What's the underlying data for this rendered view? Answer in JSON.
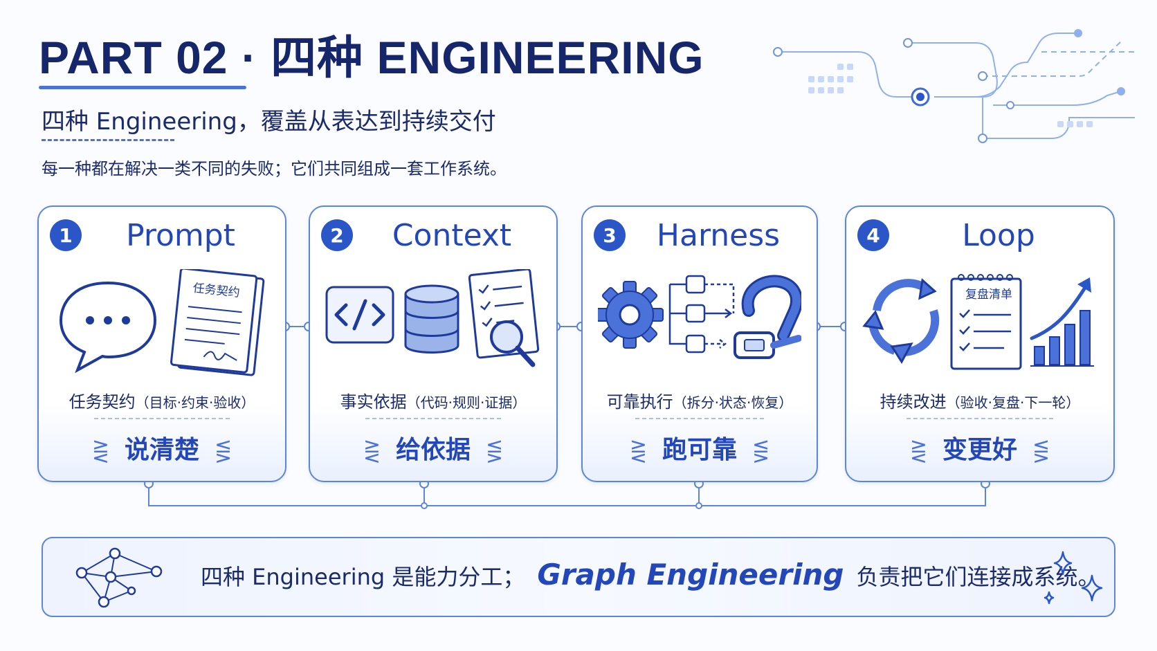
{
  "header": {
    "title": "PART 02 · 四种 ENGINEERING",
    "subtitle": "四种 Engineering，覆盖从表达到持续交付",
    "description": "每一种都在解决一类不同的失败；它们共同组成一套工作系统。"
  },
  "cards": [
    {
      "number": "1",
      "title": "Prompt",
      "desc_main": "任务契约",
      "desc_sub": "（目标·约束·验收）",
      "slogan": "说清楚",
      "doc_label": "任务契约",
      "icons": [
        "chat-bubble-icon",
        "contract-document-icon"
      ]
    },
    {
      "number": "2",
      "title": "Context",
      "desc_main": "事实依据",
      "desc_sub": "（代码·规则·证据）",
      "slogan": "给依据",
      "icons": [
        "code-icon",
        "database-icon",
        "checklist-magnifier-icon"
      ]
    },
    {
      "number": "3",
      "title": "Harness",
      "desc_main": "可靠执行",
      "desc_sub": "（拆分·状态·恢复）",
      "slogan": "跑可靠",
      "icons": [
        "gear-icon",
        "flowchart-icon",
        "harness-strap-icon"
      ]
    },
    {
      "number": "4",
      "title": "Loop",
      "desc_main": "持续改进",
      "desc_sub": "（验收·复盘·下一轮）",
      "slogan": "变更好",
      "doc_label": "复盘清单",
      "icons": [
        "cycle-arrows-icon",
        "review-checklist-icon",
        "growth-chart-icon"
      ]
    }
  ],
  "footer": {
    "text_before": "四种 Engineering 是能力分工；",
    "highlight": "Graph Engineering",
    "text_after": "负责把它们连接成系统。",
    "icons": [
      "graph-network-icon",
      "sparkle-icon"
    ]
  },
  "colors": {
    "accent": "#2b56c8",
    "title": "#16266b",
    "border": "#5b86dc",
    "light_fill": "#e9f0fd"
  }
}
